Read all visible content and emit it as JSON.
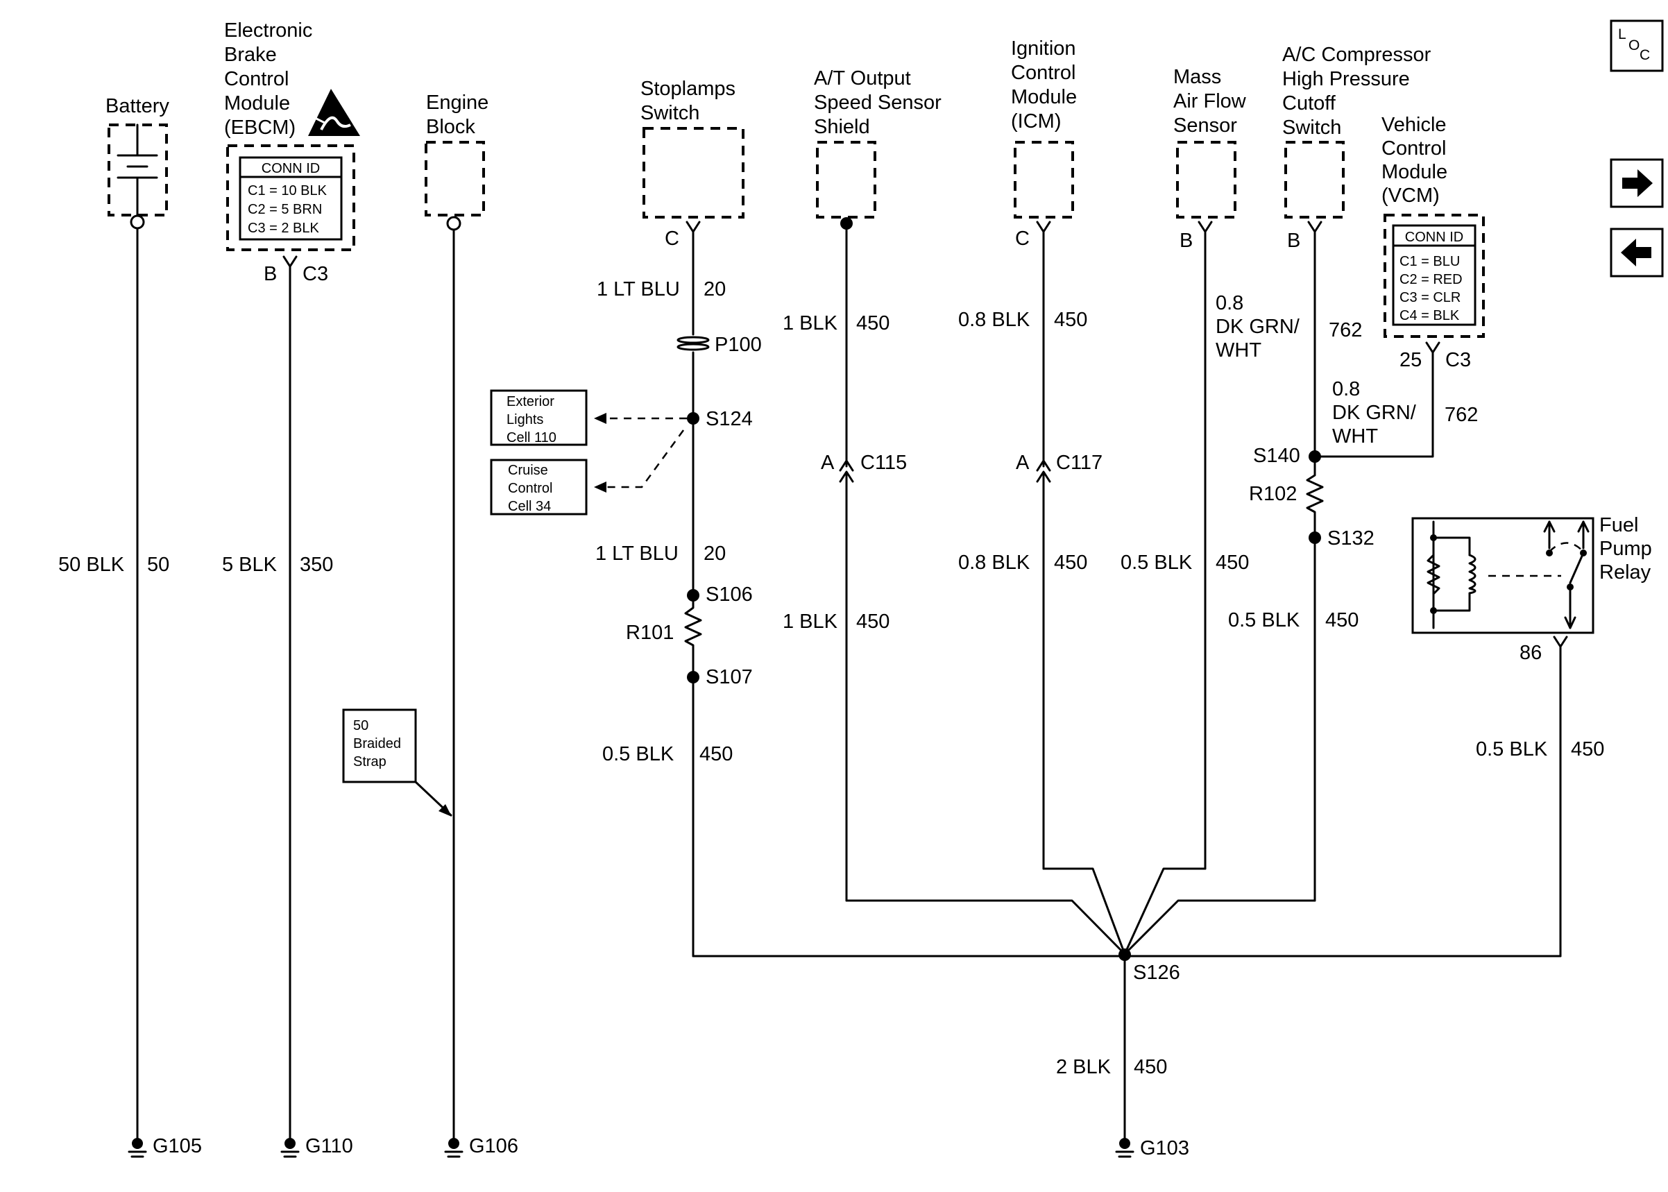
{
  "components": {
    "battery": [
      "Battery"
    ],
    "ebcm": [
      "Electronic",
      "Brake",
      "Control",
      "Module",
      "(EBCM)"
    ],
    "engine_block": [
      "Engine",
      "Block"
    ],
    "stoplamps": [
      "Stoplamps",
      "Switch"
    ],
    "at_output": [
      "A/T Output",
      "Speed Sensor",
      "Shield"
    ],
    "icm": [
      "Ignition",
      "Control",
      "Module",
      "(ICM)"
    ],
    "maf": [
      "Mass",
      "Air Flow",
      "Sensor"
    ],
    "ac": [
      "A/C Compressor",
      "High Pressure",
      "Cutoff",
      "Switch"
    ],
    "vcm": [
      "Vehicle",
      "Control",
      "Module",
      "(VCM)"
    ],
    "fuel_pump": [
      "Fuel",
      "Pump",
      "Relay"
    ]
  },
  "ebcm_conn": {
    "title": "CONN ID",
    "rows": [
      "C1 = 10 BLK",
      "C2 = 5 BRN",
      "C3 = 2 BLK"
    ]
  },
  "vcm_conn": {
    "title": "CONN ID",
    "rows": [
      "C1 = BLU",
      "C2 = RED",
      "C3 = CLR",
      "C4 = BLK"
    ]
  },
  "pins": {
    "ebcm_b": "B",
    "ebcm_c3": "C3",
    "stoplamps": "C",
    "icm": "C",
    "maf": "B",
    "ac": "B",
    "vcm_25": "25",
    "vcm_c3": "C3",
    "fuel_86": "86",
    "c115_a": "A",
    "c117_a": "A"
  },
  "wires": {
    "battery": {
      "gauge": "50 BLK",
      "circuit": "50"
    },
    "ebcm": {
      "gauge": "5 BLK",
      "circuit": "350"
    },
    "stop_top": {
      "gauge": "1 LT BLU",
      "circuit": "20"
    },
    "stop_mid": {
      "gauge": "1 LT BLU",
      "circuit": "20"
    },
    "stop_bot": {
      "gauge": "0.5 BLK",
      "circuit": "450"
    },
    "at_top": {
      "gauge": "1 BLK",
      "circuit": "450"
    },
    "at_bot": {
      "gauge": "1 BLK",
      "circuit": "450"
    },
    "icm_top": {
      "gauge": "0.8 BLK",
      "circuit": "450"
    },
    "icm_bot": {
      "gauge": "0.8 BLK",
      "circuit": "450"
    },
    "maf_top": {
      "gauge_lines": [
        "0.8",
        "DK GRN/",
        "WHT"
      ],
      "circuit": "762"
    },
    "maf_bot": {
      "gauge": "0.5 BLK",
      "circuit": "450"
    },
    "vcm": {
      "gauge_lines": [
        "0.8",
        "DK GRN/",
        "WHT"
      ],
      "circuit": "762"
    },
    "ac_bot": {
      "gauge": "0.5 BLK",
      "circuit": "450"
    },
    "fuel": {
      "gauge": "0.5 BLK",
      "circuit": "450"
    },
    "trunk": {
      "gauge": "2 BLK",
      "circuit": "450"
    }
  },
  "splices": {
    "p100": "P100",
    "s124": "S124",
    "s106": "S106",
    "s107": "S107",
    "s140": "S140",
    "s132": "S132",
    "s126": "S126",
    "c115": "C115",
    "c117": "C117"
  },
  "resistors": {
    "r101": "R101",
    "r102": "R102"
  },
  "grounds": {
    "g105": "G105",
    "g110": "G110",
    "g106": "G106",
    "g103": "G103"
  },
  "refs": {
    "exterior": [
      "Exterior",
      "Lights",
      "Cell 110"
    ],
    "cruise": [
      "Cruise",
      "Control",
      "Cell 34"
    ]
  },
  "strap": [
    "50",
    "Braided",
    "Strap"
  ],
  "loc": {
    "l": "L",
    "o": "O",
    "c": "C"
  },
  "nav": {
    "next_icon": "arrow-right-icon",
    "prev_icon": "arrow-left-icon"
  }
}
